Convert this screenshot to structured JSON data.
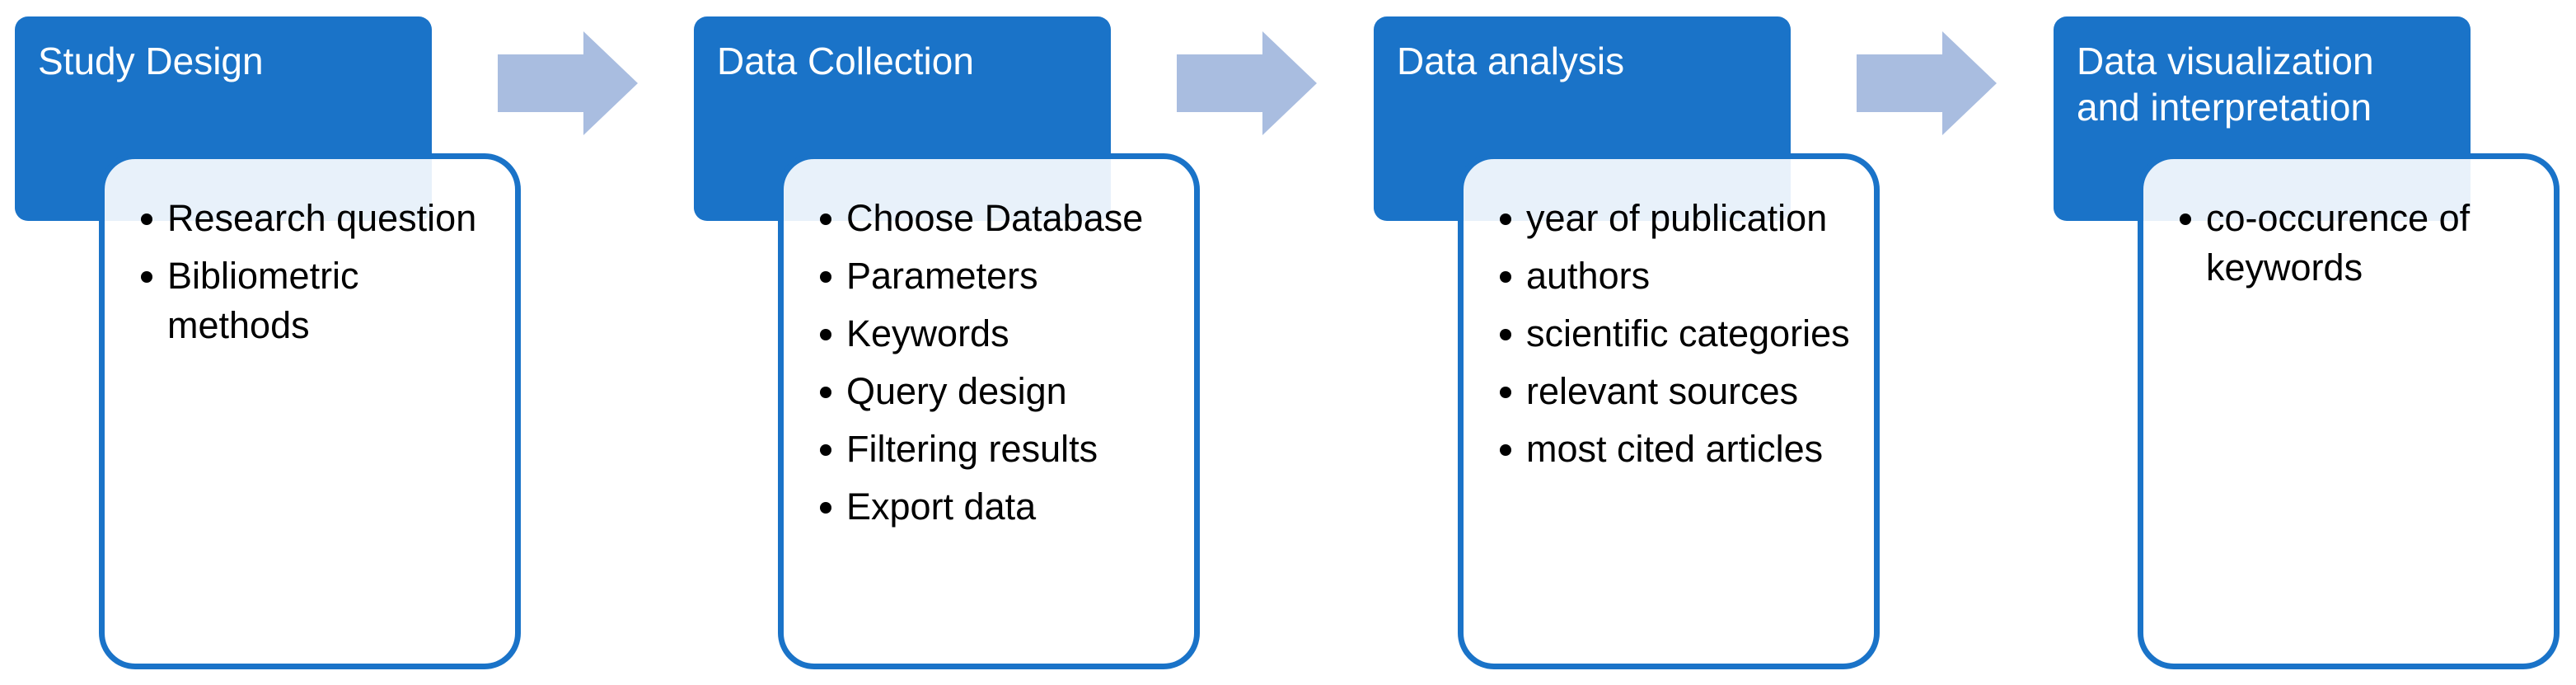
{
  "stages": [
    {
      "title": "Study Design",
      "items": [
        "Research question",
        "Bibliometric methods"
      ]
    },
    {
      "title": "Data Collection",
      "items": [
        "Choose Database",
        "Parameters",
        "Keywords",
        "Query design",
        "Filtering results",
        "Export data"
      ]
    },
    {
      "title": "Data analysis",
      "items": [
        "year of publication",
        "authors",
        "scientific categories",
        "relevant sources",
        "most cited articles"
      ]
    },
    {
      "title": "Data visualization\nand  interpretation",
      "items": [
        "co-occurence of keywords"
      ]
    }
  ],
  "colors": {
    "header_fill": "#1a73c8",
    "card_border": "#1a73c8",
    "arrow_fill": "#a9bde0"
  }
}
